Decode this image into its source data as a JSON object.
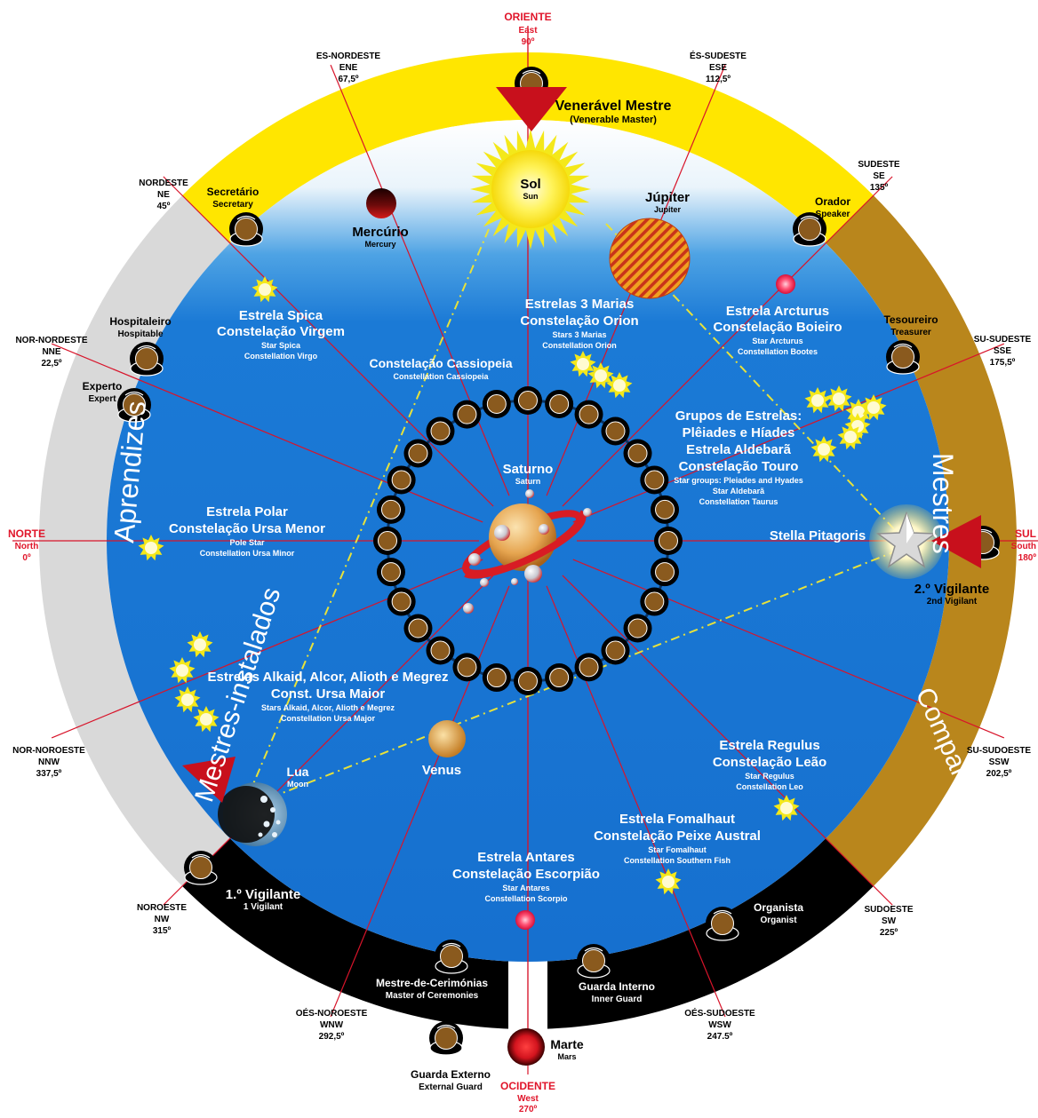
{
  "colors": {
    "east_band": "#ffe600",
    "south_band": "#b9861c",
    "north_band": "#d9d9d9",
    "west_band": "#000000",
    "sky_blue": "#1a78d4",
    "cardinal_red": "#e0152a",
    "star_yellow": "#f4e81a"
  },
  "cardinals": {
    "east": {
      "name": "ORIENTE",
      "en": "East",
      "deg": "90º"
    },
    "south": {
      "name": "SUL",
      "en": "South",
      "deg": "180º"
    },
    "west": {
      "name": "OCIDENTE",
      "en": "West",
      "deg": "270º"
    },
    "north": {
      "name": "NORTE",
      "en": "North",
      "deg": "0º"
    }
  },
  "directions": {
    "ene": {
      "pt": "ES-NORDESTE",
      "code": "ENE",
      "deg": "67,5º"
    },
    "ese": {
      "pt": "ÉS-SUDESTE",
      "code": "ESE",
      "deg": "112,5º"
    },
    "se": {
      "pt": "SUDESTE",
      "code": "SE",
      "deg": "135º"
    },
    "sse": {
      "pt": "SU-SUDESTE",
      "code": "SSE",
      "deg": "175,5º"
    },
    "ssw": {
      "pt": "SU-SUDOESTE",
      "code": "SSW",
      "deg": "202,5º"
    },
    "sw": {
      "pt": "SUDOESTE",
      "code": "SW",
      "deg": "225º"
    },
    "wsw": {
      "pt": "OÉS-SUDOESTE",
      "code": "WSW",
      "deg": "247.5º"
    },
    "wnw": {
      "pt": "OÉS-NOROESTE",
      "code": "WNW",
      "deg": "292,5º"
    },
    "nw": {
      "pt": "NOROESTE",
      "code": "NW",
      "deg": "315º"
    },
    "nnw": {
      "pt": "NOR-NOROESTE",
      "code": "NNW",
      "deg": "337,5º"
    },
    "nne": {
      "pt": "NOR-NORDESTE",
      "code": "NNE",
      "deg": "22,5º"
    },
    "ne": {
      "pt": "NORDESTE",
      "code": "NE",
      "deg": "45º"
    }
  },
  "bands": {
    "mestres": "Mestres",
    "companheiros": "Companheiros",
    "aprendizes": "Aprendizes",
    "mestres_instalados": "Mestres-instalados"
  },
  "officers": {
    "venerable": {
      "pt": "Venerável Mestre",
      "en": "(Venerable Master)"
    },
    "secretary": {
      "pt": "Secretário",
      "en": "Secretary"
    },
    "speaker": {
      "pt": "Orador",
      "en": "Speaker"
    },
    "treasurer": {
      "pt": "Tesoureiro",
      "en": "Treasurer"
    },
    "hospitaller": {
      "pt": "Hospitaleiro",
      "en": "Hospitable"
    },
    "expert": {
      "pt": "Experto",
      "en": "Expert"
    },
    "second_vigilant": {
      "pt": "2.º Vigilante",
      "en": "2nd Vigilant"
    },
    "first_vigilant": {
      "pt": "1.º Vigilante",
      "en": "1 Vigilant"
    },
    "organist": {
      "pt": "Organista",
      "en": "Organist"
    },
    "ceremonies": {
      "pt": "Mestre-de-Cerimónias",
      "en": "Master of Ceremonies"
    },
    "inner_guard": {
      "pt": "Guarda Interno",
      "en": "Inner Guard"
    },
    "external_guard": {
      "pt": "Guarda Externo",
      "en": "External Guard"
    }
  },
  "planets": {
    "sol": {
      "pt": "Sol",
      "en": "Sun"
    },
    "mercurio": {
      "pt": "Mercúrio",
      "en": "Mercury"
    },
    "jupiter": {
      "pt": "Júpiter",
      "en": "Jupiter"
    },
    "saturno": {
      "pt": "Saturno",
      "en": "Saturn"
    },
    "lua": {
      "pt": "Lua",
      "en": "Moon"
    },
    "venus": {
      "pt": "Venus"
    },
    "marte": {
      "pt": "Marte",
      "en": "Mars"
    }
  },
  "stars": {
    "spica": {
      "l1": "Estrela Spica",
      "l2": "Constelação Virgem",
      "en1": "Star Spica",
      "en2": "Constellation Virgo"
    },
    "orion": {
      "l1": "Estrelas 3 Marias",
      "l2": "Constelação Orion",
      "en1": "Stars 3 Marias",
      "en2": "Constellation Orion"
    },
    "arcturus": {
      "l1": "Estrela Arcturus",
      "l2": "Constelação Boieiro",
      "en1": "Star Arcturus",
      "en2": "Constellation Bootes"
    },
    "cassiopeia": {
      "l1": "Constelação Cassiopeia",
      "en1": "Constellation Cassiopeia"
    },
    "pleiades": {
      "l1": "Grupos de Estrelas:",
      "l2": "Plêiades e Híades",
      "l3": "Estrela Aldebarã",
      "l4": "Constelação Touro",
      "en1": "Star groups: Pleiades and Hyades",
      "en2": "Star Aldebarã",
      "en3": "Constellation Taurus"
    },
    "polar": {
      "l1": "Estrela Polar",
      "l2": "Constelação Ursa Menor",
      "en1": "Pole Star",
      "en2": "Constellation Ursa Minor"
    },
    "pitagoris": {
      "l1": "Stella Pitagoris"
    },
    "ursa_major": {
      "l1": "Estrelas Alkaid, Alcor, Alioth e Megrez",
      "l2": "Const. Ursa Maior",
      "en1": "Stars Alkaid, Alcor, Alioth e Megrez",
      "en2": "Constellation Ursa Major"
    },
    "regulus": {
      "l1": "Estrela Regulus",
      "l2": "Constelação Leão",
      "en1": "Star Regulus",
      "en2": "Constellation Leo"
    },
    "fomalhaut": {
      "l1": "Estrela Fomalhaut",
      "l2": "Constelação Peixe Austral",
      "en1": "Star Fomalhaut",
      "en2": "Constellation Southern Fish"
    },
    "antares": {
      "l1": "Estrela Antares",
      "l2": "Constelação Escorpião",
      "en1": "Star Antares",
      "en2": "Constellation Scorpio"
    }
  }
}
